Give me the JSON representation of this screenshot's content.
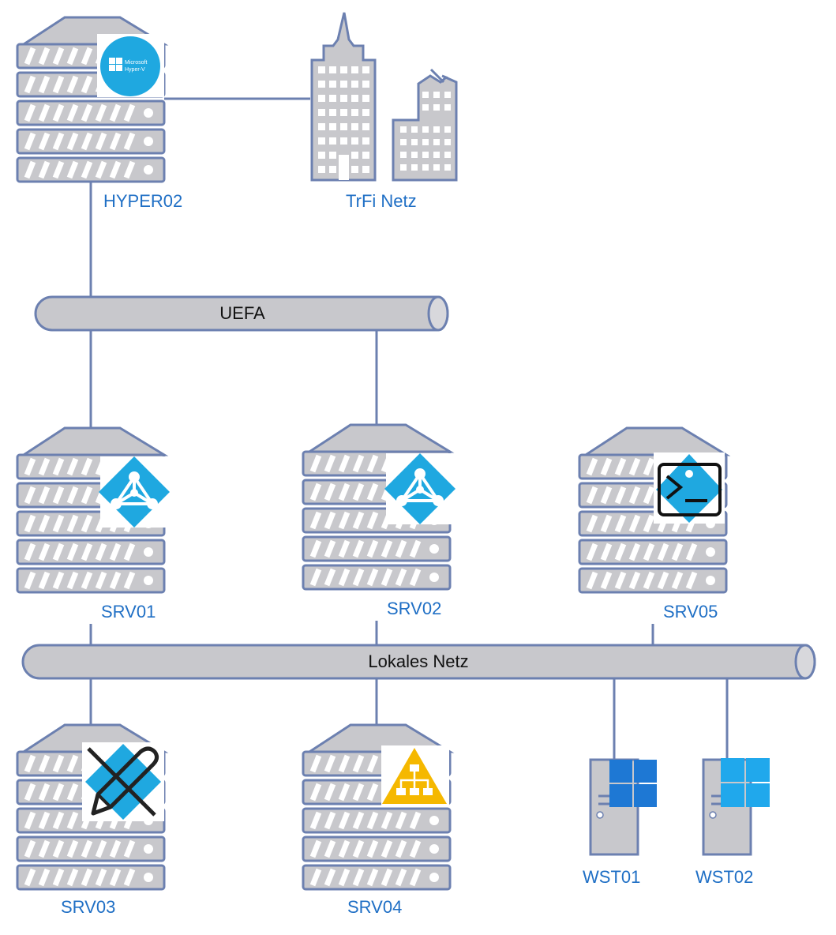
{
  "colors": {
    "outline": "#6c80b0",
    "body": "#c8c8cc",
    "label": "#1f6fc5",
    "ad_blue": "#1fa8e0",
    "warn": "#f5b800",
    "windows_blue": "#1e78d4",
    "windows_light": "#20a8ec"
  },
  "nodes": {
    "hyper02": {
      "label": "HYPER02",
      "icon": "hyper-v-icon",
      "badge_line1": "Microsoft",
      "badge_line2": "Hyper-V"
    },
    "trfi": {
      "label": "TrFi Netz",
      "icon": "city-buildings-icon"
    },
    "srv01": {
      "label": "SRV01",
      "icon": "active-directory-icon"
    },
    "srv02": {
      "label": "SRV02",
      "icon": "active-directory-icon"
    },
    "srv05": {
      "label": "SRV05",
      "icon": "terminal-icon"
    },
    "srv03": {
      "label": "SRV03",
      "icon": "crossed-pen-icon"
    },
    "srv04": {
      "label": "SRV04",
      "icon": "hierarchy-warning-icon"
    },
    "wst01": {
      "label": "WST01",
      "icon": "windows-logo-icon"
    },
    "wst02": {
      "label": "WST02",
      "icon": "windows-logo-icon"
    }
  },
  "buses": {
    "uefa": {
      "label": "UEFA"
    },
    "local": {
      "label": "Lokales Netz"
    }
  }
}
